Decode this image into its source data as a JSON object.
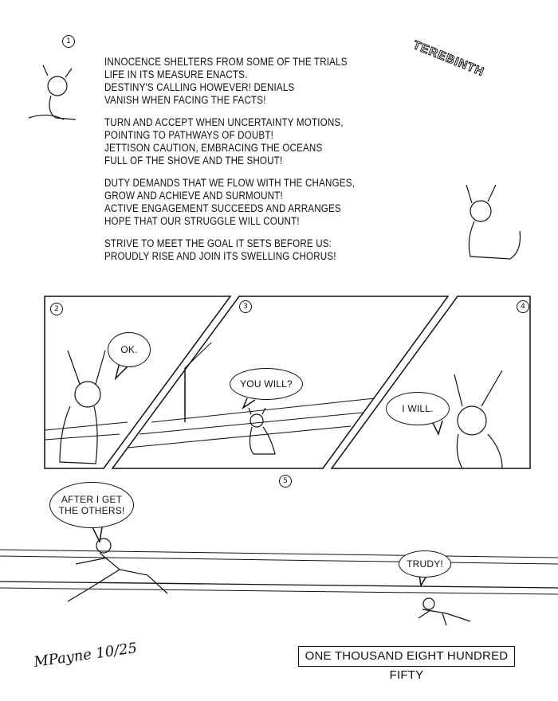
{
  "title": "TEREBINTH",
  "panel_numbers": [
    "1",
    "2",
    "3",
    "4",
    "5"
  ],
  "poem": {
    "stanzas": [
      [
        "INNOCENCE SHELTERS FROM SOME OF THE TRIALS",
        "LIFE IN ITS MEASURE ENACTS.",
        "DESTINY'S CALLING HOWEVER! DENIALS",
        "VANISH WHEN FACING THE FACTS!"
      ],
      [
        "TURN AND ACCEPT WHEN UNCERTAINTY MOTIONS,",
        "POINTING TO PATHWAYS OF DOUBT!",
        "JETTISON CAUTION, EMBRACING THE OCEANS",
        "FULL OF THE SHOVE AND THE SHOUT!"
      ],
      [
        "DUTY DEMANDS THAT WE FLOW WITH THE CHANGES,",
        "GROW AND ACHIEVE AND SURMOUNT!",
        "ACTIVE ENGAGEMENT SUCCEEDS AND ARRANGES",
        "HOPE THAT OUR STRUGGLE WILL COUNT!"
      ],
      [
        "STRIVE TO MEET THE GOAL IT SETS BEFORE US:",
        "PROUDLY RISE AND JOIN ITS SWELLING CHORUS!"
      ]
    ]
  },
  "speech": {
    "ok": "OK.",
    "you_will": "YOU WILL?",
    "i_will": "I WILL.",
    "after": "AFTER I GET THE OTHERS!",
    "trudy": "TRUDY!"
  },
  "caption": "ONE THOUSAND EIGHT HUNDRED FIFTY",
  "signature": "MPayne 10/25"
}
